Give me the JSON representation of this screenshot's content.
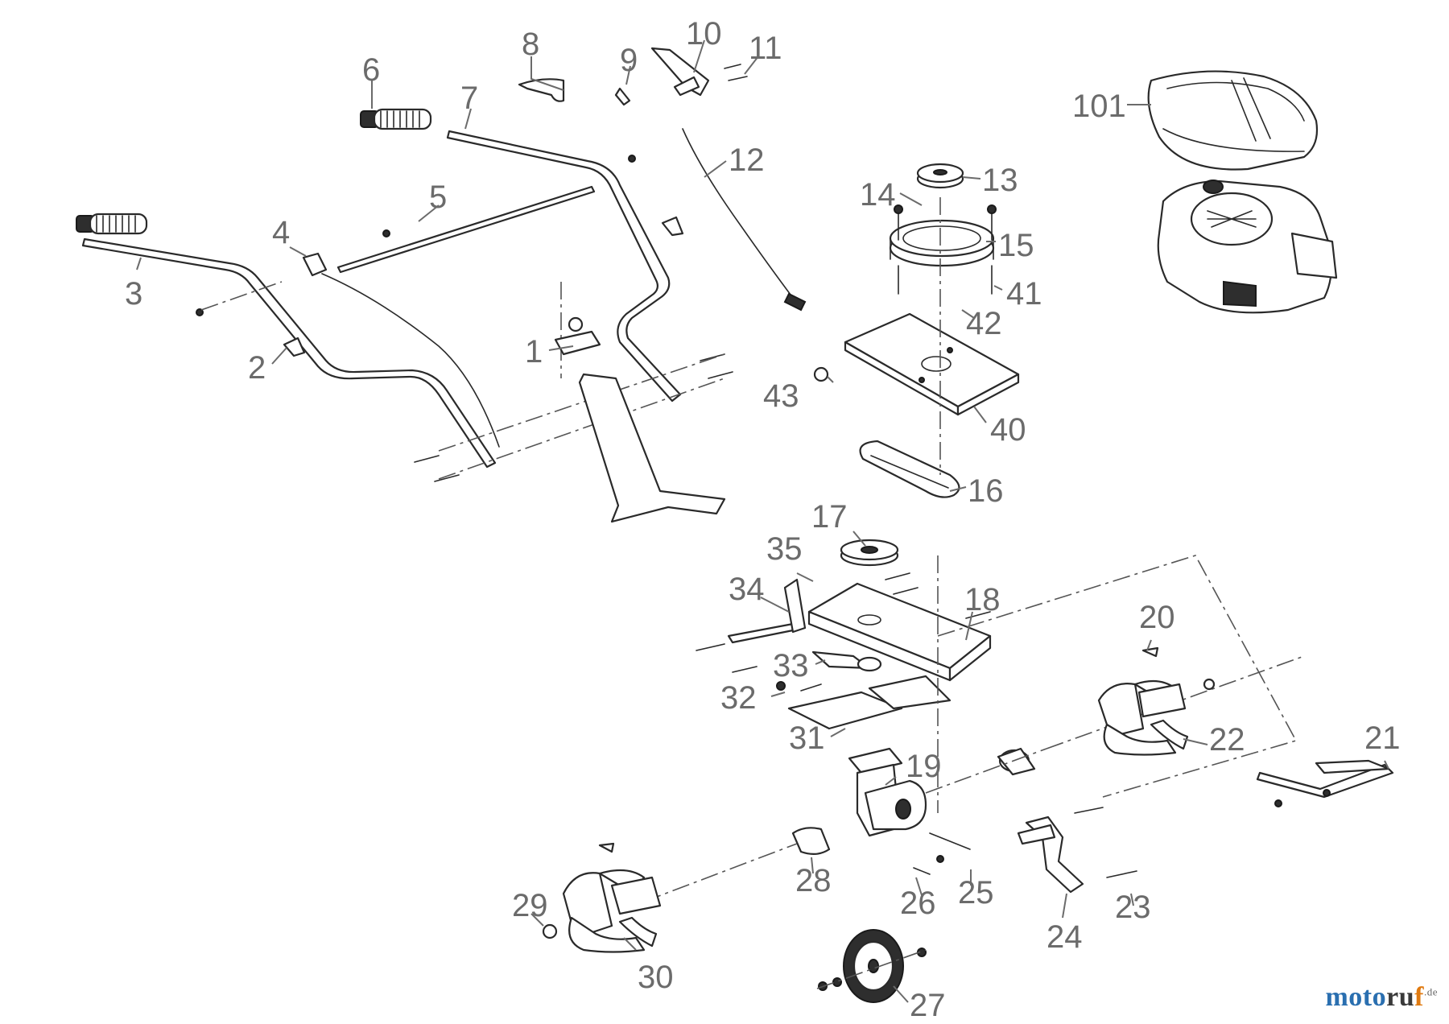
{
  "parts": [
    {
      "id": "p1",
      "label": "1"
    },
    {
      "id": "p2",
      "label": "2"
    },
    {
      "id": "p3",
      "label": "3"
    },
    {
      "id": "p4",
      "label": "4"
    },
    {
      "id": "p5",
      "label": "5"
    },
    {
      "id": "p6",
      "label": "6"
    },
    {
      "id": "p7",
      "label": "7"
    },
    {
      "id": "p8",
      "label": "8"
    },
    {
      "id": "p9",
      "label": "9"
    },
    {
      "id": "p10",
      "label": "10"
    },
    {
      "id": "p11",
      "label": "11"
    },
    {
      "id": "p12",
      "label": "12"
    },
    {
      "id": "p13",
      "label": "13"
    },
    {
      "id": "p14",
      "label": "14"
    },
    {
      "id": "p15",
      "label": "15"
    },
    {
      "id": "p16",
      "label": "16"
    },
    {
      "id": "p17",
      "label": "17"
    },
    {
      "id": "p18",
      "label": "18"
    },
    {
      "id": "p19",
      "label": "19"
    },
    {
      "id": "p20",
      "label": "20"
    },
    {
      "id": "p21",
      "label": "21"
    },
    {
      "id": "p22",
      "label": "22"
    },
    {
      "id": "p23",
      "label": "23"
    },
    {
      "id": "p24",
      "label": "24"
    },
    {
      "id": "p25",
      "label": "25"
    },
    {
      "id": "p26",
      "label": "26"
    },
    {
      "id": "p27",
      "label": "27"
    },
    {
      "id": "p28",
      "label": "28"
    },
    {
      "id": "p29",
      "label": "29"
    },
    {
      "id": "p30",
      "label": "30"
    },
    {
      "id": "p31",
      "label": "31"
    },
    {
      "id": "p32",
      "label": "32"
    },
    {
      "id": "p33",
      "label": "33"
    },
    {
      "id": "p34",
      "label": "34"
    },
    {
      "id": "p35",
      "label": "35"
    },
    {
      "id": "p40",
      "label": "40"
    },
    {
      "id": "p41",
      "label": "41"
    },
    {
      "id": "p42",
      "label": "42"
    },
    {
      "id": "p43",
      "label": "43"
    },
    {
      "id": "p101",
      "label": "101"
    }
  ],
  "watermark": {
    "part1": "moto",
    "part2": "ru",
    "part3": "f",
    "suffix": ".de"
  },
  "colors": {
    "label": "#6b6b6b",
    "ink": "#2a2a2a",
    "brand_blue": "#2a6fb0",
    "brand_orange": "#e07a10"
  }
}
